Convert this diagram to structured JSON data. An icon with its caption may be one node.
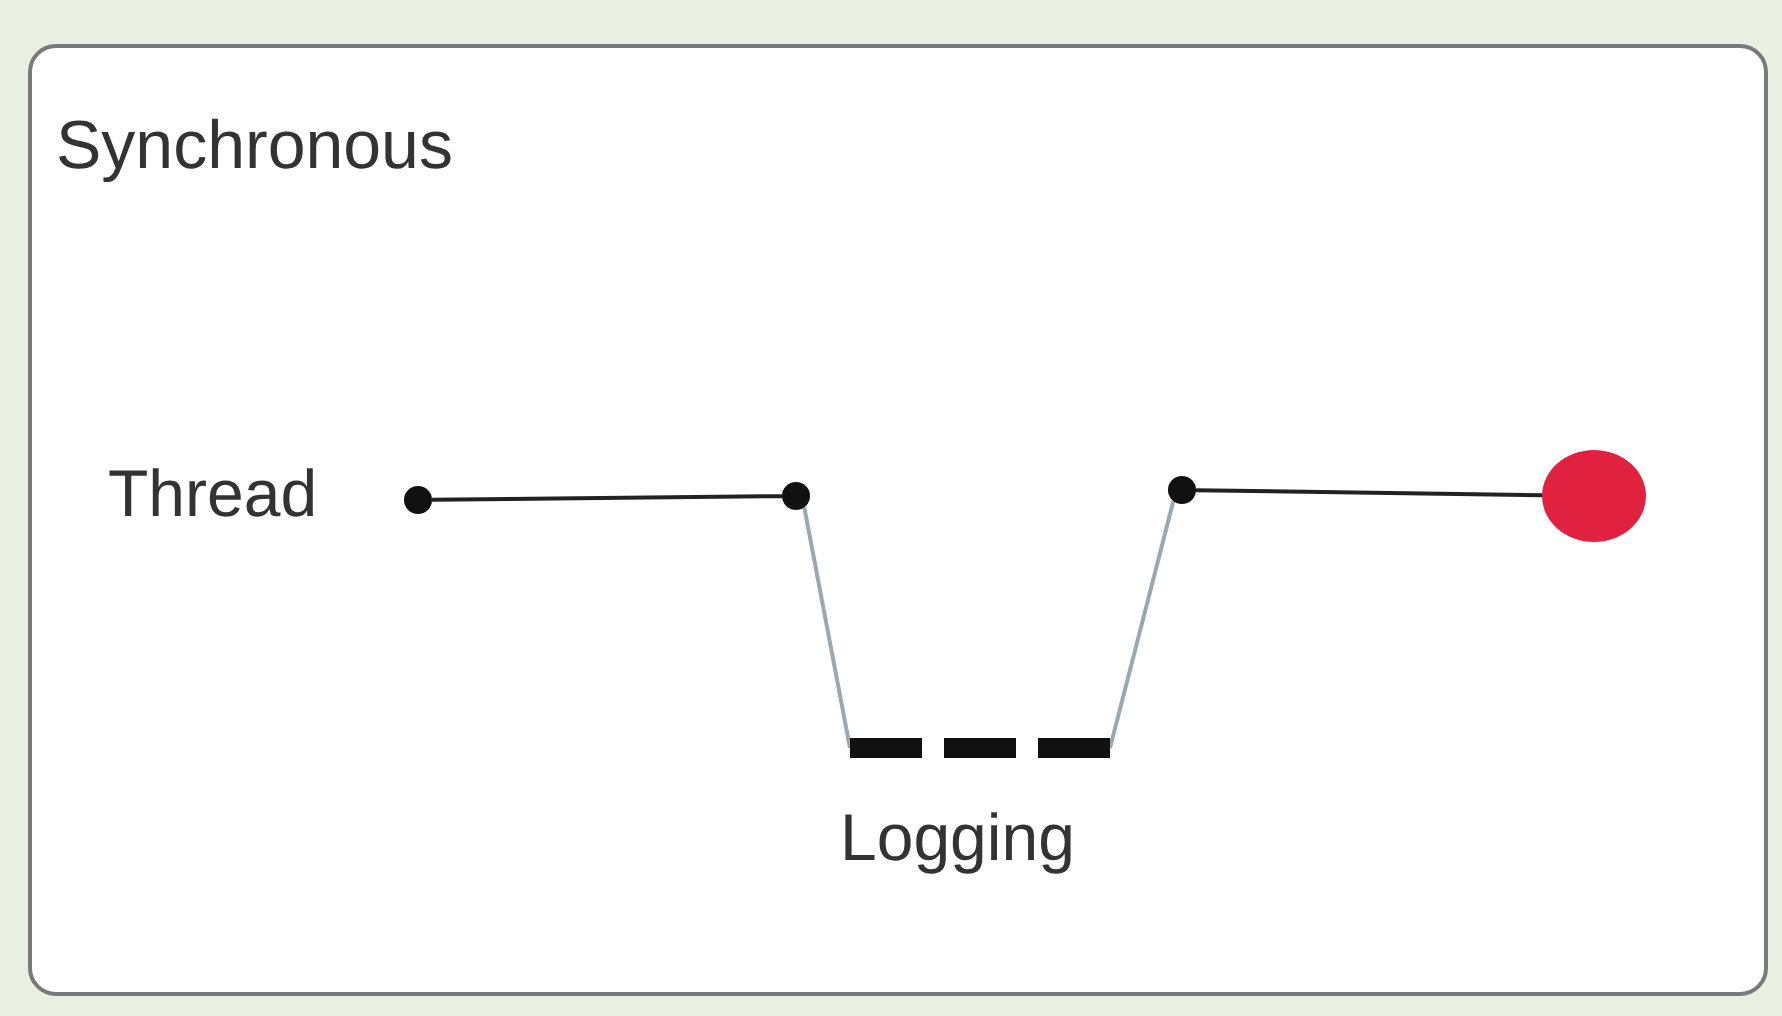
{
  "diagram": {
    "nodes": [
      {
        "text": [
          "Synchronous"
        ]
      },
      {
        "text": [],
        "shape": "circle",
        "beside": [
          "Thread"
        ],
        "in": 0
      },
      {
        "text": [],
        "shape": "circle",
        "in": 0
      },
      {
        "text": [],
        "shape": "bar",
        "beside": [
          "Logging"
        ],
        "in": 0
      },
      {
        "text": [],
        "shape": "circle",
        "in": 0
      },
      {
        "text": [],
        "shape": "circle",
        "in": 0
      }
    ],
    "edges": [
      {
        "from": 1,
        "to": 2,
        "arrow": "none"
      },
      {
        "from": 2,
        "to": 3,
        "arrow": "none",
        "color": "#9aa8b2"
      },
      {
        "from": 3,
        "to": 4,
        "arrow": "none",
        "color": "#9aa8b2"
      },
      {
        "from": 4,
        "to": 5,
        "arrow": "none"
      }
    ]
  }
}
